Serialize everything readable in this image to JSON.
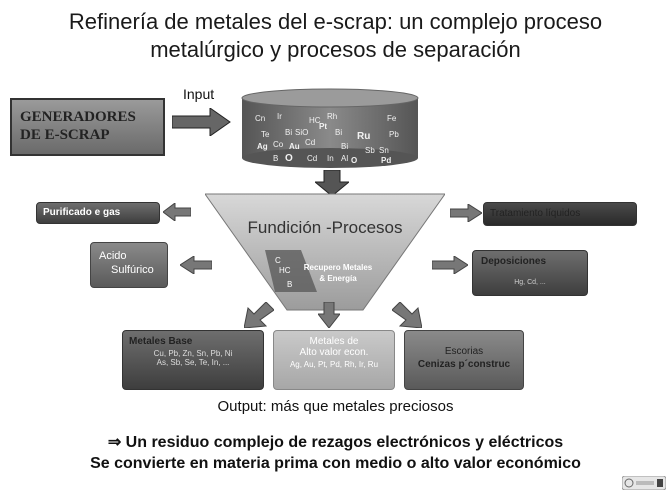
{
  "title": {
    "line1": "Refinería de metales del e-scrap: un complejo proceso",
    "line2": "metalúrgico  y procesos de separación"
  },
  "generator": {
    "line1": "GENERADORES",
    "line2": "DE E-SCRAP"
  },
  "input_label": "Input",
  "cylinder_elements": [
    "Cn",
    "Ir",
    "Rh",
    "HC",
    "Pt",
    "Fe",
    "Te",
    "Bi",
    "SiO",
    "Bi",
    "Ru",
    "Pb",
    "Ag",
    "Co",
    "Au",
    "Cd",
    "Sn",
    "Bi",
    "O",
    "Cd",
    "In",
    "Al",
    "O",
    "Pd",
    "B",
    "Sb"
  ],
  "side_left": {
    "purificado": "Purificado e gas",
    "acido_line1": "Acido",
    "acido_line2": "Sulfúrico"
  },
  "side_right": {
    "tratamiento": "Tratamiento líquidos",
    "deposiciones": "Deposiciones",
    "deposiciones_sub": "Hg, Cd, ..."
  },
  "funnel": {
    "title": "Fundición -Procesos",
    "recupero_line1": "Recupero Metales",
    "recupero_line2": "& Energía",
    "elements": [
      "C",
      "HC",
      "B"
    ]
  },
  "outputs": {
    "base_title": "Metales   Base",
    "base_line1": "Cu, Pb, Zn, Sn, Pb, Ni",
    "base_line2": "As, Sb, Se, Te, In, ...",
    "noble_line1": "Metales de",
    "noble_line2": "Alto valor econ.",
    "noble_line3": "Ag, Au, Pt, Pd, Rh, Ir, Ru",
    "escorias_line1": "Escorias",
    "escorias_line2": "Cenizas p´construc"
  },
  "output_label": "Output: más que metales preciosos",
  "footer": {
    "line1": "⇒ Un residuo complejo de rezagos electrónicos y eléctricos",
    "line2": "Se convierte en materia prima con medio o alto valor económico"
  }
}
